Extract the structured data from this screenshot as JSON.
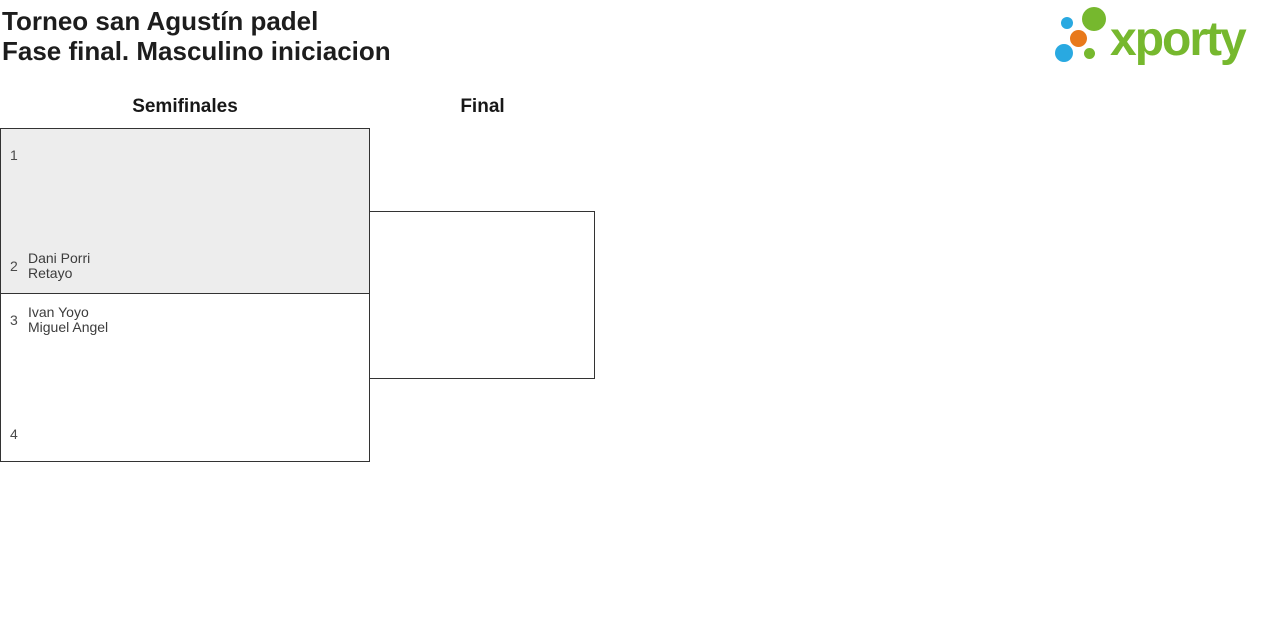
{
  "header": {
    "title_line1": "Torneo san Agustín padel",
    "title_line2": "Fase final. Masculino iniciacion"
  },
  "logo": {
    "brand": "xporty",
    "green": "#76b82e",
    "blue": "#29a9e1",
    "orange": "#e8791b"
  },
  "bracket": {
    "round_headers": [
      {
        "label": "Semifinales"
      },
      {
        "label": "Final"
      }
    ],
    "semifinal_1": {
      "highlighted": true,
      "slot_top": {
        "number": "1",
        "player1": "",
        "player2": ""
      },
      "slot_bottom": {
        "number": "2",
        "player1": "Dani Porri",
        "player2": "Retayo"
      }
    },
    "semifinal_2": {
      "highlighted": false,
      "slot_top": {
        "number": "3",
        "player1": "Ivan Yoyo",
        "player2": "Miguel Angel"
      },
      "slot_bottom": {
        "number": "4",
        "player1": "",
        "player2": ""
      }
    }
  },
  "colors": {
    "highlight_bg": "#ededed",
    "box_border": "#333333"
  }
}
